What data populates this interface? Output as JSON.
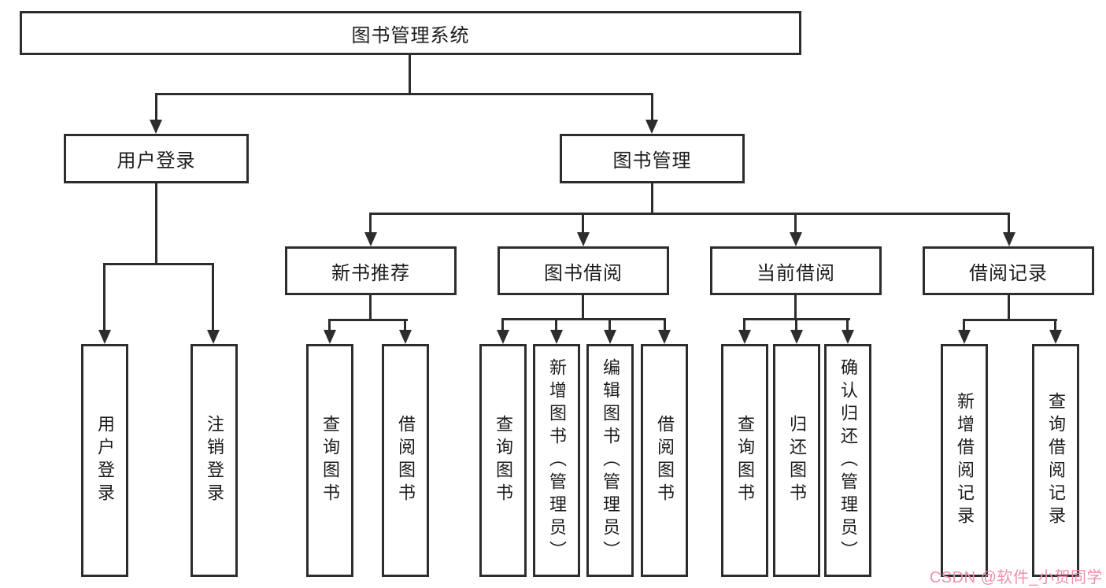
{
  "tree": {
    "root": {
      "label": "图书管理系统"
    },
    "branches": [
      {
        "label": "用户登录",
        "children": [
          {
            "label": "用户登录"
          },
          {
            "label": "注销登录"
          }
        ]
      },
      {
        "label": "图书管理",
        "children": [
          {
            "label": "新书推荐",
            "children": [
              {
                "label": "查询图书"
              },
              {
                "label": "借阅图书"
              }
            ]
          },
          {
            "label": "图书借阅",
            "children": [
              {
                "label": "查询图书"
              },
              {
                "label": "新增图书（管理员）"
              },
              {
                "label": "编辑图书（管理员）"
              },
              {
                "label": "借阅图书"
              }
            ]
          },
          {
            "label": "当前借阅",
            "children": [
              {
                "label": "查询图书"
              },
              {
                "label": "归还图书"
              },
              {
                "label": "确认归还（管理员）"
              }
            ]
          },
          {
            "label": "借阅记录",
            "children": [
              {
                "label": "新增借阅记录"
              },
              {
                "label": "查询借阅记录"
              }
            ]
          }
        ]
      }
    ]
  },
  "watermark": {
    "text": "CSDN @软件_小贺同学",
    "color": "#f08fad"
  },
  "colors": {
    "line": "#2d2d2d",
    "text": "#1c1c1c",
    "background": "#ffffff"
  }
}
